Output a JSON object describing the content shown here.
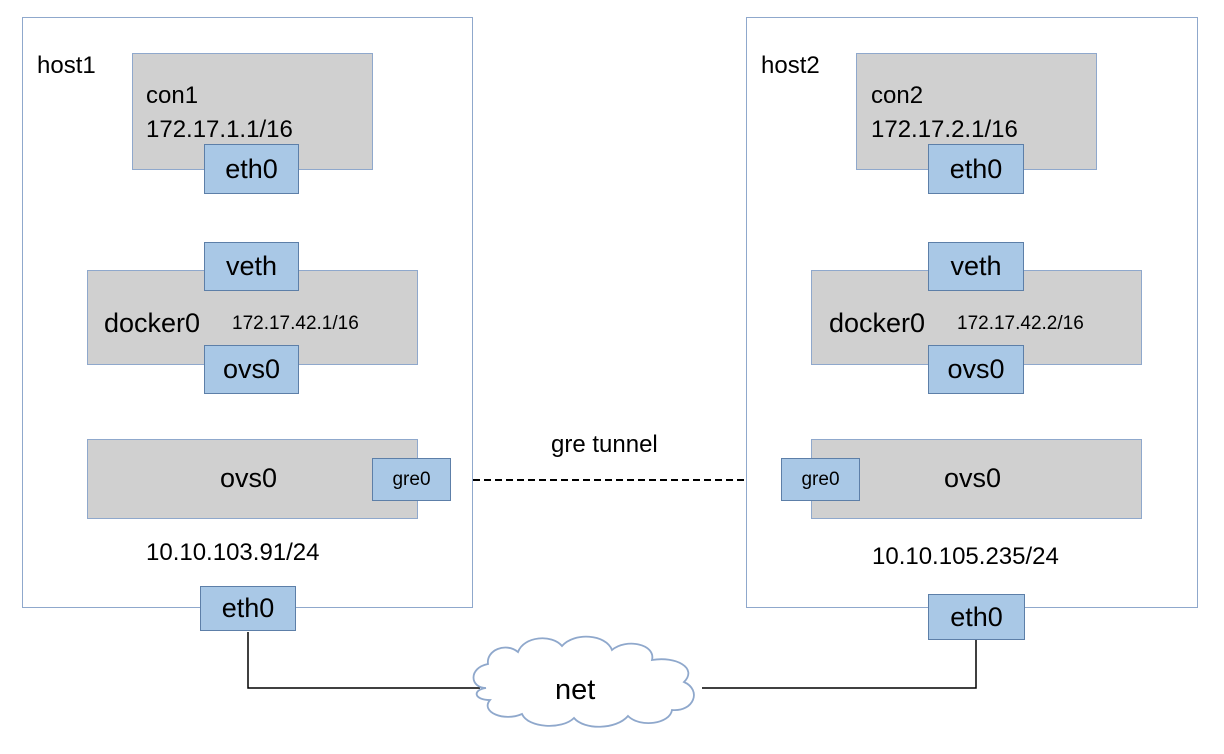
{
  "host1": {
    "label": "host1",
    "container": {
      "name": "con1",
      "ip": "172.17.1.1/16",
      "iface": "eth0"
    },
    "veth": "veth",
    "bridge": {
      "name": "docker0",
      "ip": "172.17.42.1/16",
      "iface": "ovs0"
    },
    "ovs": {
      "name": "ovs0",
      "gre": "gre0"
    },
    "ip": "10.10.103.91/24",
    "nic": "eth0"
  },
  "host2": {
    "label": "host2",
    "container": {
      "name": "con2",
      "ip": "172.17.2.1/16",
      "iface": "eth0"
    },
    "veth": "veth",
    "bridge": {
      "name": "docker0",
      "ip": "172.17.42.2/16",
      "iface": "ovs0"
    },
    "ovs": {
      "name": "ovs0",
      "gre": "gre0"
    },
    "ip": "10.10.105.235/24",
    "nic": "eth0"
  },
  "tunnel_label": "gre tunnel",
  "network_label": "net",
  "colors": {
    "box_fill": "#d0d0d0",
    "port_fill": "#a9c8e6",
    "host_border": "#8fa8cc"
  }
}
